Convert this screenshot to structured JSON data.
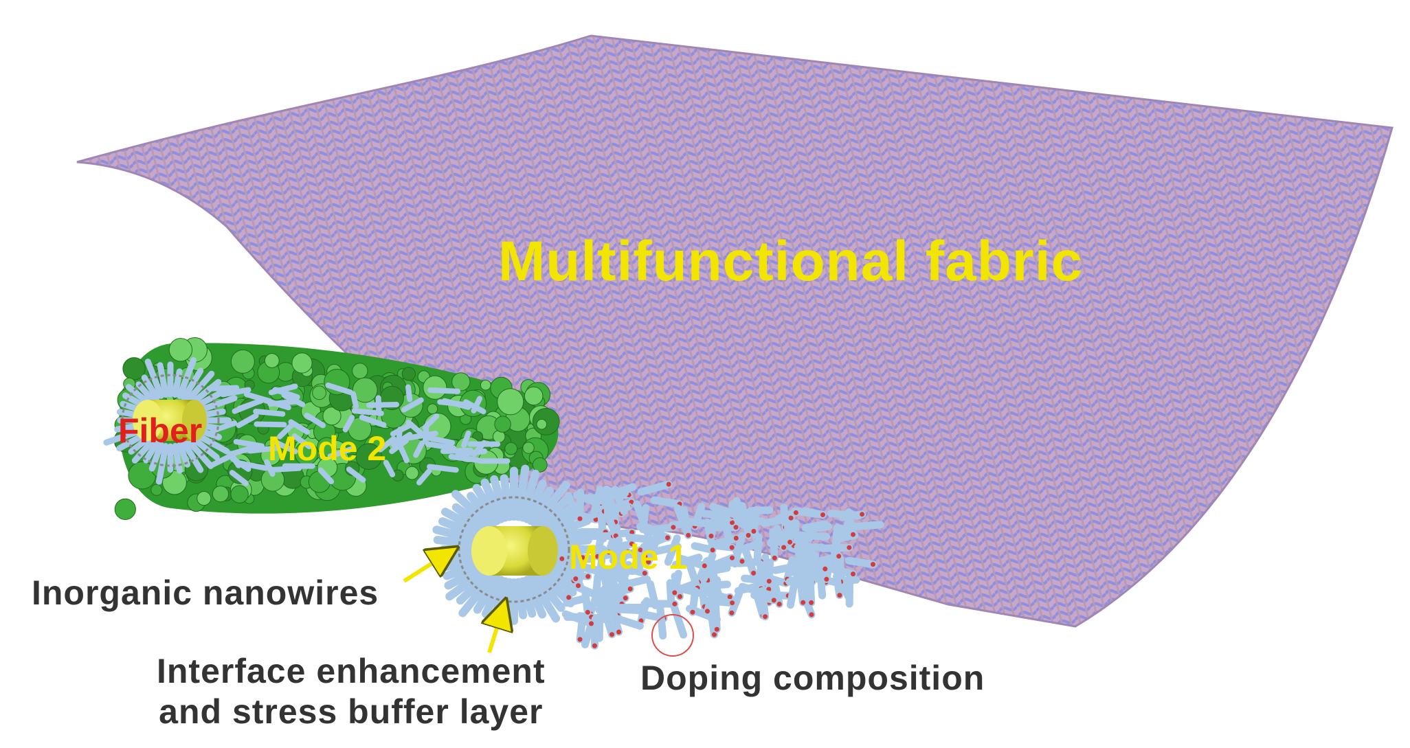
{
  "labels": {
    "title": "Multifunctional fabric",
    "fiber": "Fiber",
    "mode2": "Mode 2",
    "mode1": "Mode 1",
    "inorganic": "Inorganic nanowires",
    "interface_line1": "Interface enhancement",
    "interface_line2": "and stress buffer layer",
    "doping": "Doping composition"
  },
  "colors": {
    "title_text": "#f2e600",
    "fiber_text": "#e0201e",
    "mode_text": "#f2e600",
    "dark_text": "#333333",
    "fabric_pink": "#c9a7c7",
    "fabric_blue": "#8d8fe0",
    "nanowire_blue": "#a9c7e6",
    "shell_green": "#3fae3c",
    "fiber_core": "#e6e64a",
    "dopant_red": "#d23c3c",
    "arrow_yellow": "#f2e600"
  }
}
